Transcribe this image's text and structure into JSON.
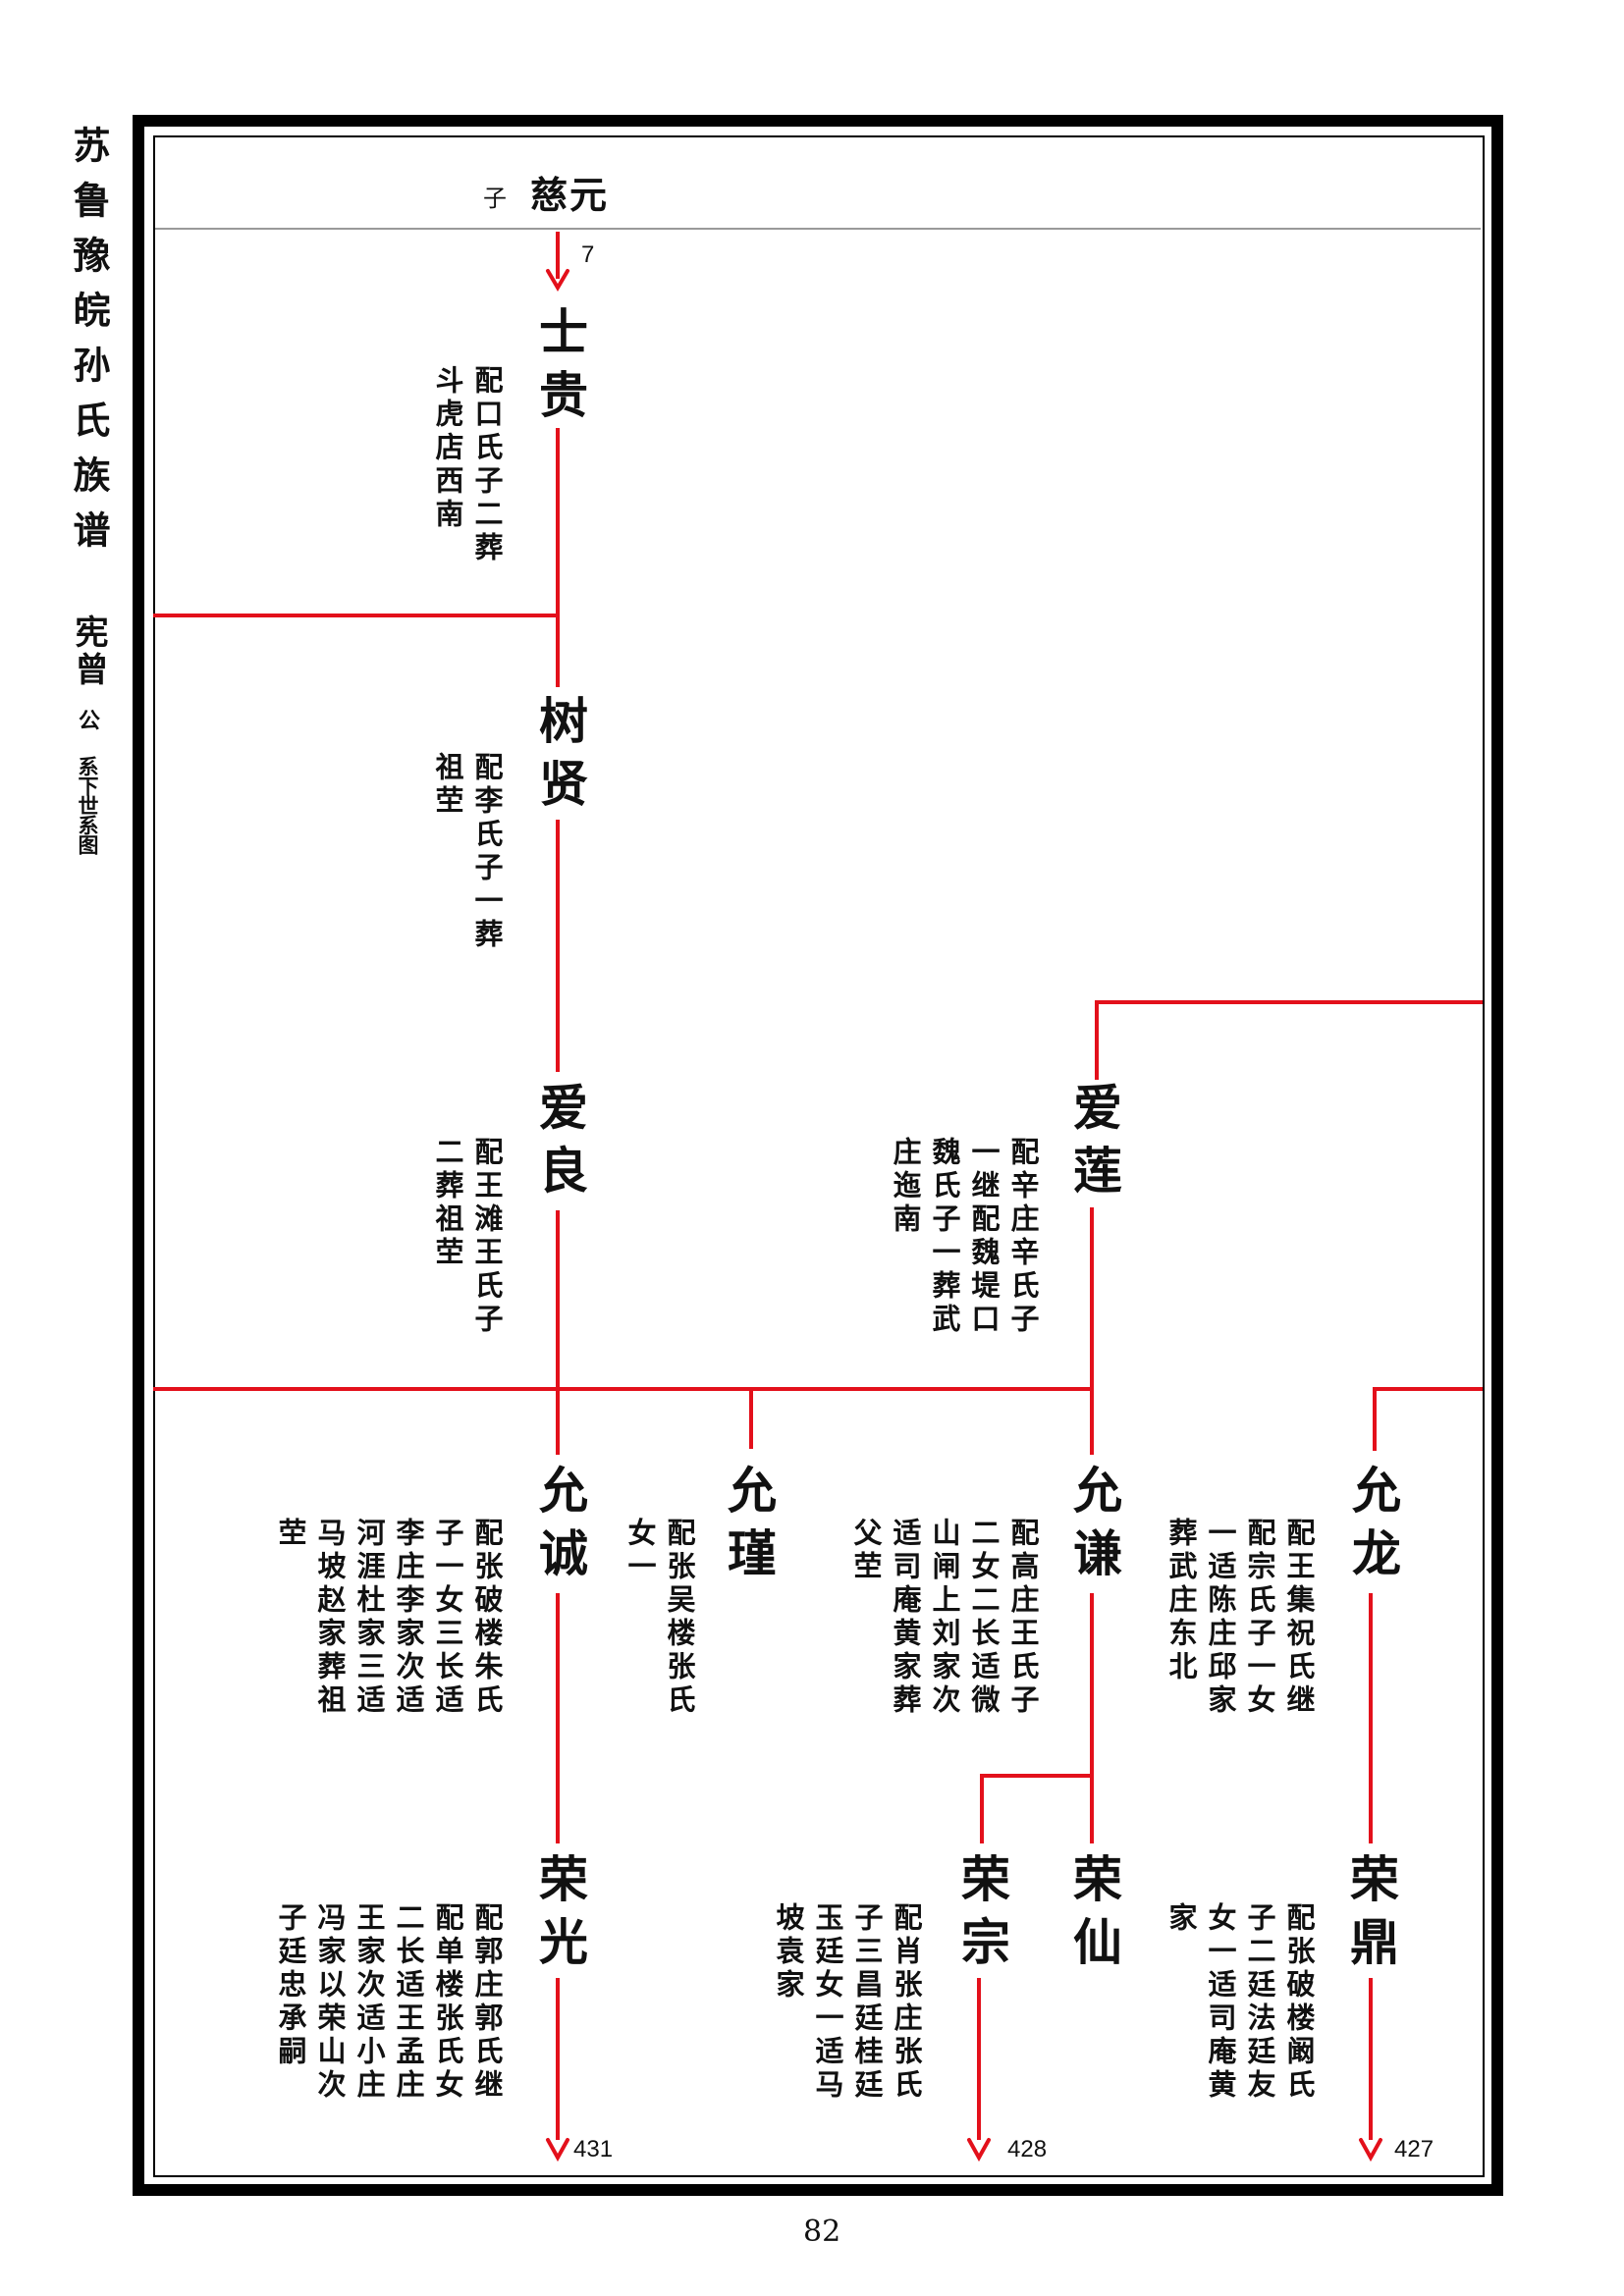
{
  "book_title": "苏鲁豫皖孙氏族谱",
  "branch": {
    "ancestor": "宪曾",
    "suffix": "公",
    "caption": "系下世系图"
  },
  "header": {
    "relation": "子",
    "name": "慈元"
  },
  "persons": {
    "shigui": {
      "name": "士贵",
      "notes": [
        "配口氏子二葬",
        "斗虎店西南"
      ]
    },
    "shuxian": {
      "name": "树贤",
      "notes": [
        "配李氏子一葬",
        "祖茔"
      ]
    },
    "ailiang": {
      "name": "爱良",
      "notes": [
        "配王滩王氏子",
        "二葬祖茔"
      ]
    },
    "ailian": {
      "name": "爱莲",
      "notes": [
        "配辛庄辛氏子",
        "一继配魏堤口",
        "魏氏子一葬武",
        "庄迤南"
      ]
    },
    "yuncheng": {
      "name": "允诚",
      "notes": [
        "配张破楼朱氏",
        "子一女三长适",
        "李庄李家次适",
        "河涯杜家三适",
        "马坡赵家葬祖",
        "茔"
      ]
    },
    "yunjin": {
      "name": "允瑾",
      "notes": [
        "配张吴楼张氏",
        "女一"
      ]
    },
    "yunqian": {
      "name": "允谦",
      "notes": [
        "配高庄王氏子",
        "二女二长适微",
        "山闸上刘家次",
        "适司庵黄家葬",
        "父茔"
      ]
    },
    "yunlong": {
      "name": "允龙",
      "notes": [
        "配王集祝氏继",
        "配宗氏子一女",
        "一适陈庄邱家",
        "葬武庄东北"
      ]
    },
    "rongguang": {
      "name": "荣光",
      "notes": [
        "配郭庄郭氏继",
        "配单楼张氏女",
        "二长适王孟庄",
        "王家次适小庄",
        "冯家以荣山次",
        "子廷忠承嗣"
      ]
    },
    "rongzong": {
      "name": "荣宗",
      "notes": [
        "配肖张庄张氏",
        "子三昌廷桂廷",
        "玉廷女一适马",
        "坡袁家"
      ]
    },
    "rongxian": {
      "name": "荣仙"
    },
    "rongding": {
      "name": "荣鼎",
      "notes": [
        "配张破楼阚氏",
        "子二廷法廷友",
        "女一适司庵黄",
        "家"
      ]
    }
  },
  "refs": {
    "from_top": "7",
    "rongguang": "431",
    "rongzong": "428",
    "rongding": "427"
  },
  "page_number": "82",
  "colors": {
    "line": "#e3101b",
    "border": "#000000"
  }
}
